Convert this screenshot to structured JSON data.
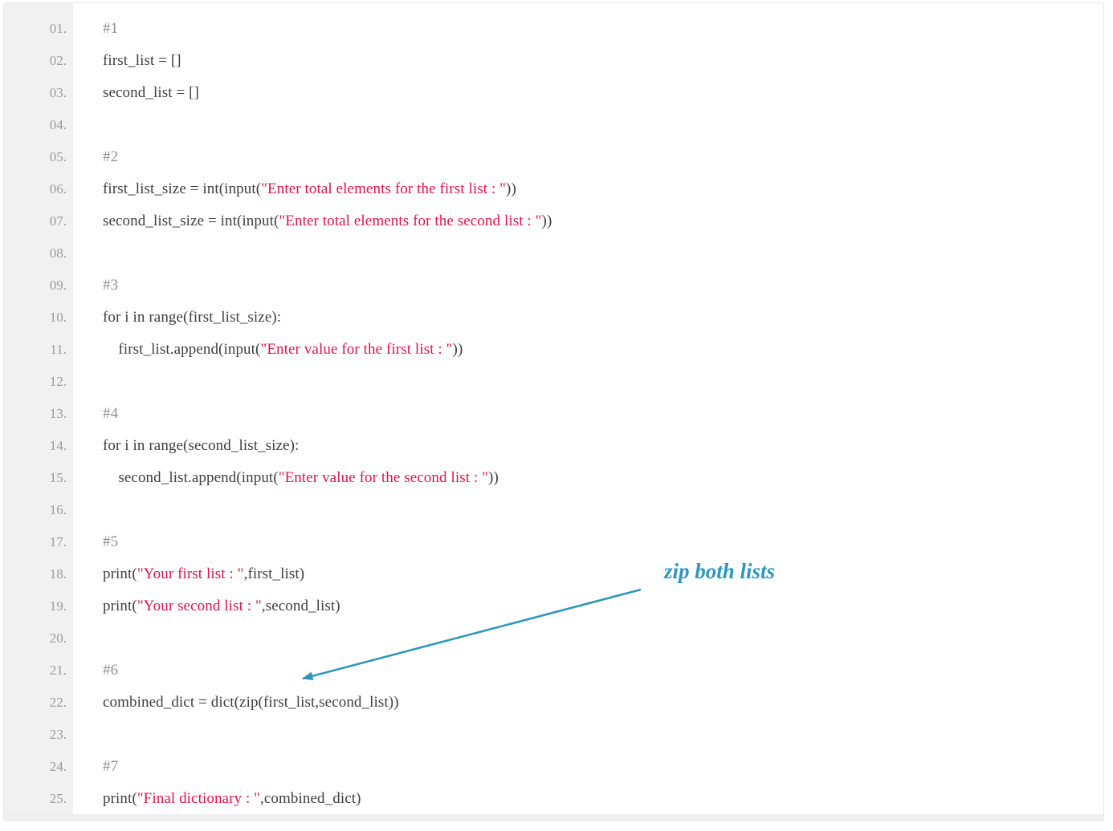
{
  "editor": {
    "gutter_numbers": [
      "01.",
      "02.",
      "03.",
      "04.",
      "05.",
      "06.",
      "07.",
      "08.",
      "09.",
      "10.",
      "11.",
      "12.",
      "13.",
      "14.",
      "15.",
      "16.",
      "17.",
      "18.",
      "19.",
      "20.",
      "21.",
      "22.",
      "23.",
      "24.",
      "25."
    ],
    "lines": [
      [
        {
          "type": "comment",
          "text": "#1"
        }
      ],
      [
        {
          "type": "code",
          "text": "first_list = []"
        }
      ],
      [
        {
          "type": "code",
          "text": "second_list = []"
        }
      ],
      [],
      [
        {
          "type": "comment",
          "text": "#2"
        }
      ],
      [
        {
          "type": "code",
          "text": "first_list_size = int(input("
        },
        {
          "type": "string",
          "text": "\"Enter total elements for the first list : \""
        },
        {
          "type": "code",
          "text": "))"
        }
      ],
      [
        {
          "type": "code",
          "text": "second_list_size = int(input("
        },
        {
          "type": "string",
          "text": "\"Enter total elements for the second list : \""
        },
        {
          "type": "code",
          "text": "))"
        }
      ],
      [],
      [
        {
          "type": "comment",
          "text": "#3"
        }
      ],
      [
        {
          "type": "code",
          "text": "for i in range(first_list_size):"
        }
      ],
      [
        {
          "type": "code",
          "text": "    first_list.append(input("
        },
        {
          "type": "string",
          "text": "\"Enter value for the first list : \""
        },
        {
          "type": "code",
          "text": "))"
        }
      ],
      [],
      [
        {
          "type": "comment",
          "text": "#4"
        }
      ],
      [
        {
          "type": "code",
          "text": "for i in range(second_list_size):"
        }
      ],
      [
        {
          "type": "code",
          "text": "    second_list.append(input("
        },
        {
          "type": "string",
          "text": "\"Enter value for the second list : \""
        },
        {
          "type": "code",
          "text": "))"
        }
      ],
      [],
      [
        {
          "type": "comment",
          "text": "#5"
        }
      ],
      [
        {
          "type": "code",
          "text": "print("
        },
        {
          "type": "string",
          "text": "\"Your first list : \""
        },
        {
          "type": "code",
          "text": ",first_list)"
        }
      ],
      [
        {
          "type": "code",
          "text": "print("
        },
        {
          "type": "string",
          "text": "\"Your second list : \""
        },
        {
          "type": "code",
          "text": ",second_list)"
        }
      ],
      [],
      [
        {
          "type": "comment",
          "text": "#6"
        }
      ],
      [
        {
          "type": "code",
          "text": "combined_dict = dict(zip(first_list,second_list))"
        }
      ],
      [],
      [
        {
          "type": "comment",
          "text": "#7"
        }
      ],
      [
        {
          "type": "code",
          "text": "print("
        },
        {
          "type": "string",
          "text": "\"Final dictionary : \""
        },
        {
          "type": "code",
          "text": ",combined_dict)"
        }
      ]
    ],
    "colors": {
      "code": "#3e3e3e",
      "comment": "#8f8f8f",
      "string": "#e0134a",
      "line_number": "#9b9b9b",
      "gutter_bg": "#f1f1f1",
      "border": "#e7e7e7",
      "annotation": "#2e96bc"
    }
  },
  "annotation": {
    "label": "zip both lists"
  }
}
